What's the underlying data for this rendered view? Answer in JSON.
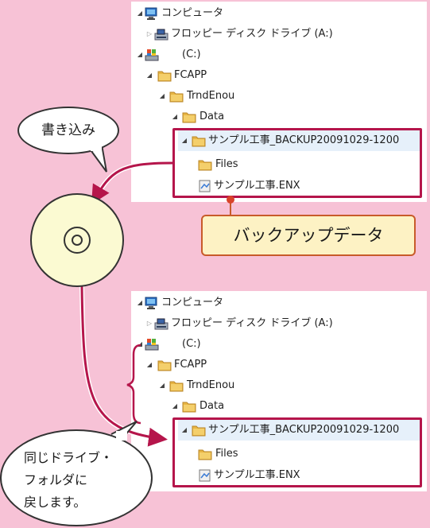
{
  "tree_top": {
    "computer": "コンピュータ",
    "floppy": "フロッピー ディスク ドライブ (A:)",
    "drive_c": "(C:)",
    "fcapp": "FCAPP",
    "trndenou": "TrndEnou",
    "data": "Data",
    "backup_folder": "サンプル工事_BACKUP20091029-1200",
    "files": "Files",
    "enx_file": "サンプル工事.ENX"
  },
  "tree_bottom": {
    "computer": "コンピュータ",
    "floppy": "フロッピー ディスク ドライブ (A:)",
    "drive_c": "(C:)",
    "fcapp": "FCAPP",
    "trndenou": "TrndEnou",
    "data": "Data",
    "backup_folder": "サンプル工事_BACKUP20091029-1200",
    "files": "Files",
    "enx_file": "サンプル工事.ENX"
  },
  "callout_write": "書き込み",
  "backup_label": "バックアップデータ",
  "callout_restore": [
    "同じドライブ・",
    "フォルダに",
    "戻します。"
  ],
  "colors": {
    "background": "#f7c2d6",
    "highlight": "#b5154b",
    "disc_fill": "#fbfad2",
    "label_fill": "#fdf2c4",
    "label_border": "#c85b2a",
    "folder": "#e8b543"
  },
  "icons": [
    "computer-icon",
    "floppy-drive-icon",
    "hard-drive-icon",
    "folder-icon",
    "file-icon",
    "disc-icon"
  ]
}
